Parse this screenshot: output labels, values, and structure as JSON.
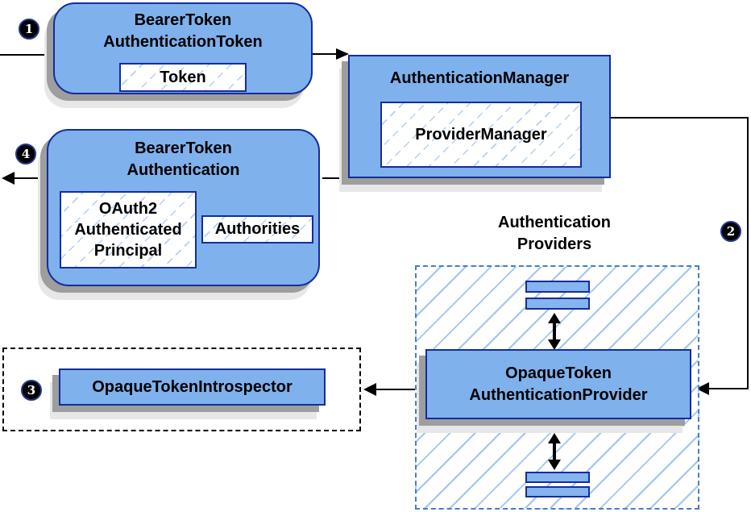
{
  "badges": {
    "step1": "1",
    "step2": "2",
    "step3": "3",
    "step4": "4"
  },
  "nodes": {
    "bearer_token_authentication_token": {
      "title_lines": [
        "BearerToken",
        "AuthenticationToken"
      ],
      "inner_token": "Token"
    },
    "authentication_manager": {
      "title": "AuthenticationManager",
      "inner_provider_manager": "ProviderManager"
    },
    "bearer_token_authentication": {
      "title_lines": [
        "BearerToken",
        "Authentication"
      ],
      "principal_lines": [
        "OAuth2",
        "Authenticated",
        "Principal"
      ],
      "authorities": "Authorities"
    },
    "authentication_providers": {
      "label_lines": [
        "Authentication",
        "Providers"
      ]
    },
    "opaque_token_authentication_provider": {
      "title_lines": [
        "OpaqueToken",
        "AuthenticationProvider"
      ]
    },
    "opaque_token_introspector": {
      "title": "OpaqueTokenIntrospector"
    }
  },
  "colors": {
    "node_fill": "#7FB1EC",
    "node_border": "#142C9E",
    "hatch_line": "#A0C4F0",
    "container_dash_border": "#4A7CC4",
    "introspector_dash_border": "#000000",
    "shadow_dark": "#9E9E9E",
    "shadow_light": "#E7E7E7",
    "arrow": "#000000",
    "badge_background": "#000000",
    "badge_text": "#FFFFFF"
  }
}
